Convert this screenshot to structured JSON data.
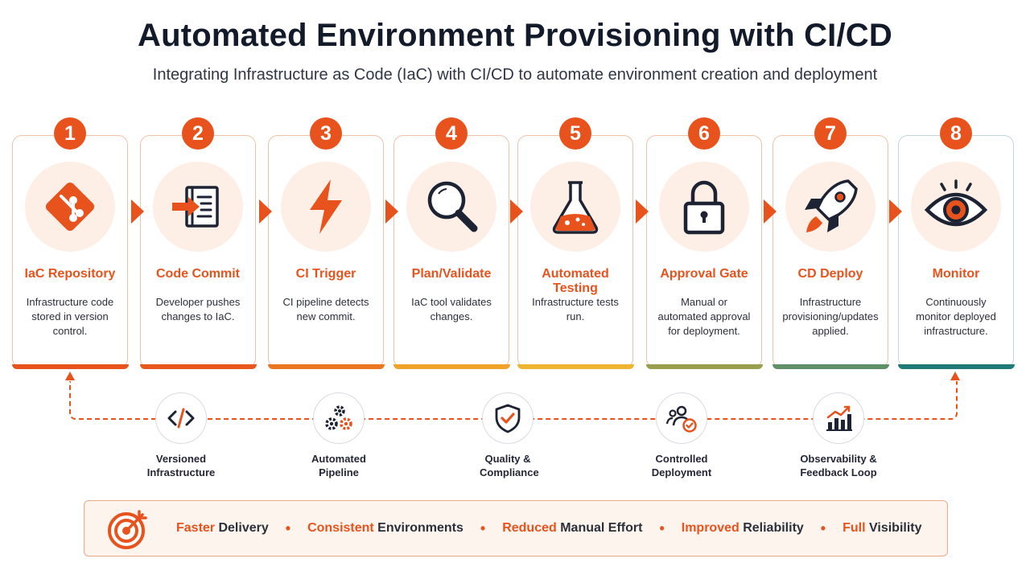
{
  "header": {
    "title": "Automated Environment Provisioning with CI/CD",
    "subtitle": "Integrating Infrastructure as Code (IaC) with CI/CD to automate environment creation and deployment"
  },
  "steps": [
    {
      "number": "1",
      "title": "IaC Repository",
      "desc": "Infrastructure code stored in version control.",
      "icon": "git-icon",
      "bar_color": "#e8531d"
    },
    {
      "number": "2",
      "title": "Code Commit",
      "desc": "Developer pushes changes to IaC.",
      "icon": "commit-icon",
      "bar_color": "#e8581e"
    },
    {
      "number": "3",
      "title": "CI Trigger",
      "desc": "CI pipeline detects new commit.",
      "icon": "lightning-icon",
      "bar_color": "#ec7722"
    },
    {
      "number": "4",
      "title": "Plan/Validate",
      "desc": "IaC tool validates changes.",
      "icon": "magnifier-icon",
      "bar_color": "#f0a22b"
    },
    {
      "number": "5",
      "title": "Automated Testing",
      "desc": "Infrastructure tests run.",
      "icon": "flask-icon",
      "bar_color": "#f0b530"
    },
    {
      "number": "6",
      "title": "Approval Gate",
      "desc": "Manual or automated approval for deployment.",
      "icon": "lock-icon",
      "bar_color": "#9a9f4e"
    },
    {
      "number": "7",
      "title": "CD Deploy",
      "desc": "Infrastructure provisioning/updates applied.",
      "icon": "rocket-icon",
      "bar_color": "#5f9068"
    },
    {
      "number": "8",
      "title": "Monitor",
      "desc": "Continuously monitor deployed infrastructure.",
      "icon": "eye-icon",
      "bar_color": "#1f7a78"
    }
  ],
  "features": [
    {
      "label": "Versioned Infrastructure",
      "icon": "code-icon"
    },
    {
      "label": "Automated Pipeline",
      "icon": "gears-icon"
    },
    {
      "label": "Quality & Compliance",
      "icon": "shield-check-icon"
    },
    {
      "label": "Controlled Deployment",
      "icon": "team-check-icon"
    },
    {
      "label": "Observability & Feedback Loop",
      "icon": "chart-trend-icon"
    }
  ],
  "benefits": [
    {
      "highlight": "Faster",
      "rest": " Delivery"
    },
    {
      "highlight": "Consistent",
      "rest": " Environments"
    },
    {
      "highlight": "Reduced",
      "rest": " Manual Effort"
    },
    {
      "highlight": "Improved",
      "rest": " Reliability"
    },
    {
      "highlight": "Full",
      "rest": " Visibility"
    }
  ],
  "benefits_icon": "target-icon",
  "separator": "•",
  "accent_color": "#e8531d",
  "dark_color": "#1d2333"
}
